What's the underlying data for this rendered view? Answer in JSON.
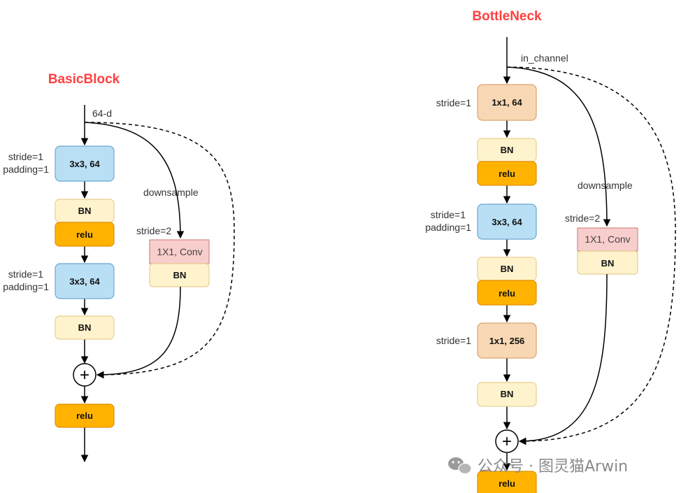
{
  "colors": {
    "title": "#ff4040",
    "conv_blue_fill": "#b9dff4",
    "conv_blue_stroke": "#6aa8d0",
    "conv_orange_fill": "#f8d8b4",
    "conv_orange_stroke": "#d9a36c",
    "bn_fill": "#fff3cd",
    "bn_stroke": "#e6cf8f",
    "relu_fill": "#ffb300",
    "relu_stroke": "#e08e00",
    "ds_conv_fill": "#f8cecc",
    "ds_conv_stroke": "#d08a88",
    "line": "#000000"
  },
  "basic_block": {
    "title": "BasicBlock",
    "input_label": "64-d",
    "conv1": {
      "label": "3x3, 64",
      "stride": "stride=1",
      "padding": "padding=1"
    },
    "bn1": "BN",
    "relu1": "relu",
    "conv2": {
      "label": "3x3, 64",
      "stride": "stride=1",
      "padding": "padding=1"
    },
    "bn2": "BN",
    "add_symbol": "+",
    "relu_out": "relu",
    "downsample": {
      "label": "downsample",
      "stride": "stride=2",
      "conv": "1X1, Conv",
      "bn": "BN"
    }
  },
  "bottleneck": {
    "title": "BottleNeck",
    "input_label": "in_channel",
    "conv1": {
      "label": "1x1, 64",
      "stride": "stride=1"
    },
    "bn1": "BN",
    "relu1": "relu",
    "conv2": {
      "label": "3x3, 64",
      "stride": "stride=1",
      "padding": "padding=1"
    },
    "bn2": "BN",
    "relu2": "relu",
    "conv3": {
      "label": "1x1, 256",
      "stride": "stride=1"
    },
    "bn3": "BN",
    "add_symbol": "+",
    "relu_out": "relu",
    "downsample": {
      "label": "downsample",
      "stride": "stride=2",
      "conv": "1X1, Conv",
      "bn": "BN"
    }
  },
  "watermark": {
    "text": "公众号 · 图灵猫Arwin",
    "icon": "wechat-icon"
  }
}
